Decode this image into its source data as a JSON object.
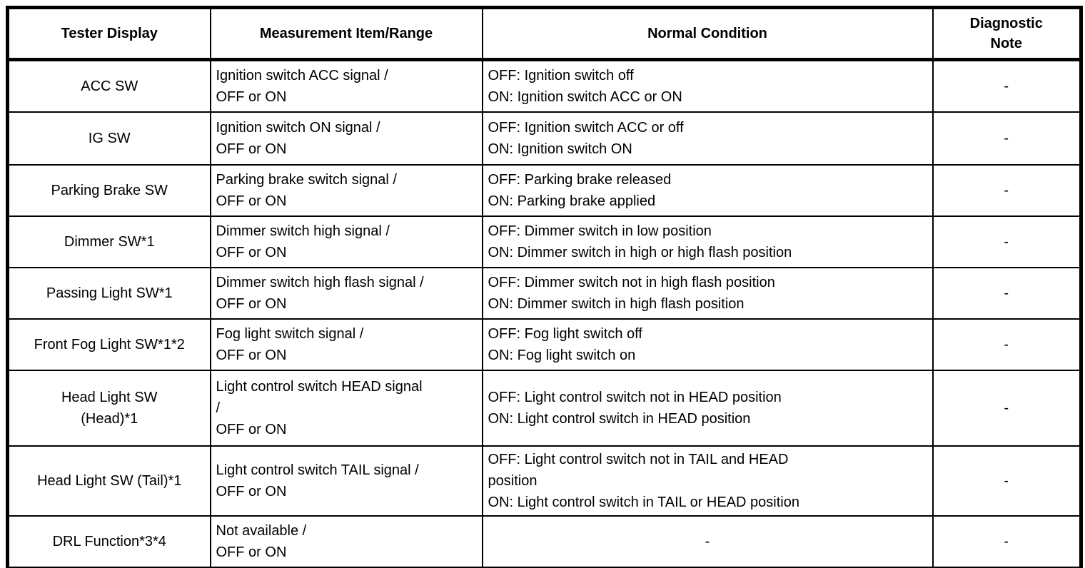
{
  "colors": {
    "border": "#000000",
    "background": "#ffffff",
    "text": "#000000"
  },
  "table": {
    "columns": [
      {
        "key": "tester-display",
        "lines": [
          "Tester Display"
        ]
      },
      {
        "key": "measurement-item-range",
        "lines": [
          "Measurement Item/Range"
        ]
      },
      {
        "key": "normal-condition",
        "lines": [
          "Normal Condition"
        ]
      },
      {
        "key": "diagnostic-note",
        "lines": [
          "Diagnostic",
          "Note"
        ]
      }
    ],
    "rows": [
      {
        "tester_display": [
          "ACC SW"
        ],
        "measurement": [
          "Ignition switch ACC signal /",
          "OFF or ON"
        ],
        "normal_condition": [
          "OFF: Ignition switch off",
          "ON: Ignition switch ACC or ON"
        ],
        "diagnostic_note": [
          "-"
        ]
      },
      {
        "tester_display": [
          "IG SW"
        ],
        "measurement": [
          "Ignition switch ON signal /",
          "OFF or ON"
        ],
        "normal_condition": [
          "OFF: Ignition switch ACC or off",
          "ON: Ignition switch ON"
        ],
        "diagnostic_note": [
          "-"
        ]
      },
      {
        "tester_display": [
          "Parking Brake SW"
        ],
        "measurement": [
          "Parking brake switch signal /",
          "OFF or ON"
        ],
        "normal_condition": [
          "OFF: Parking brake released",
          "ON: Parking brake applied"
        ],
        "diagnostic_note": [
          "-"
        ]
      },
      {
        "tester_display": [
          "Dimmer SW*1"
        ],
        "measurement": [
          "Dimmer switch high signal /",
          "OFF or ON"
        ],
        "normal_condition": [
          "OFF: Dimmer switch in low position",
          "ON: Dimmer switch in high or high flash position"
        ],
        "diagnostic_note": [
          "-"
        ]
      },
      {
        "tester_display": [
          "Passing Light SW*1"
        ],
        "measurement": [
          "Dimmer switch high flash signal /",
          "OFF or ON"
        ],
        "normal_condition": [
          "OFF: Dimmer switch not in high flash position",
          "ON: Dimmer switch in high flash position"
        ],
        "diagnostic_note": [
          "-"
        ]
      },
      {
        "tester_display": [
          "Front Fog Light SW*1*2"
        ],
        "measurement": [
          "Fog light switch signal /",
          "OFF or ON"
        ],
        "normal_condition": [
          "OFF: Fog light switch off",
          "ON: Fog light switch on"
        ],
        "diagnostic_note": [
          "-"
        ]
      },
      {
        "tester_display": [
          "Head Light SW",
          "(Head)*1"
        ],
        "measurement": [
          "Light control switch HEAD signal",
          "/",
          "OFF or ON"
        ],
        "normal_condition": [
          "OFF: Light control switch not in HEAD position",
          "ON: Light control switch in HEAD position"
        ],
        "diagnostic_note": [
          "-"
        ]
      },
      {
        "tester_display": [
          "Head Light SW (Tail)*1"
        ],
        "measurement": [
          "Light control switch TAIL signal /",
          "OFF or ON"
        ],
        "normal_condition": [
          "OFF: Light control switch not in TAIL and HEAD",
          "position",
          "ON: Light control switch in TAIL or HEAD position"
        ],
        "diagnostic_note": [
          "-"
        ]
      },
      {
        "tester_display": [
          "DRL Function*3*4"
        ],
        "measurement": [
          "Not available /",
          "OFF or ON"
        ],
        "normal_condition": [
          "-"
        ],
        "diagnostic_note": [
          "-"
        ]
      }
    ]
  }
}
